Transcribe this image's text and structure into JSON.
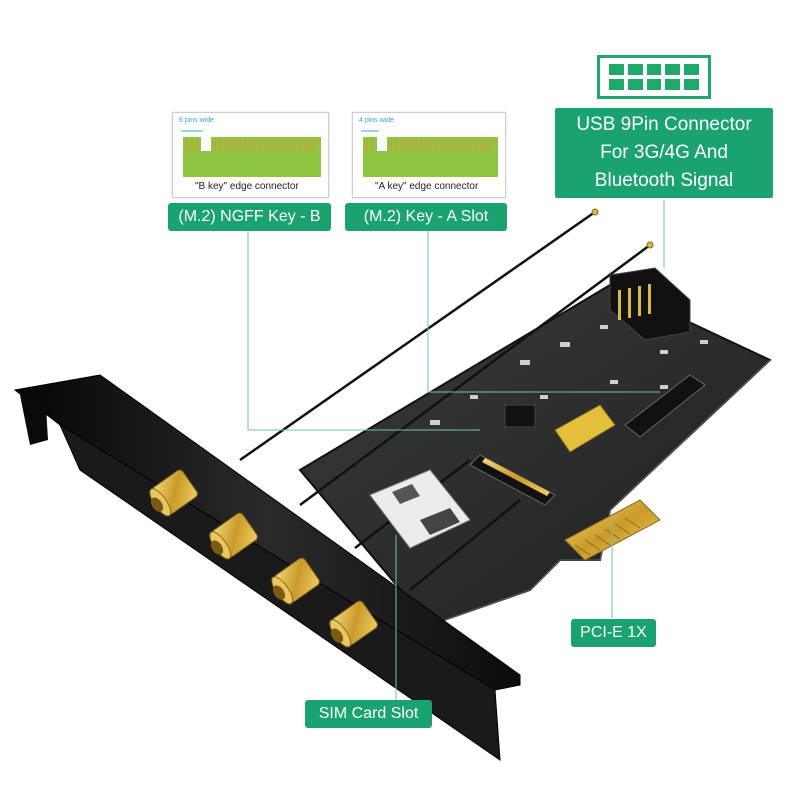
{
  "labels": {
    "usb": [
      "USB 9Pin Connector",
      "For 3G/4G And",
      "Bluetooth Signal"
    ],
    "ngff_b": "(M.2) NGFF Key - B",
    "key_a": "(M.2) Key - A Slot",
    "sim": "SIM Card Slot",
    "pcie": "PCI-E 1X"
  },
  "key_cards": {
    "b_key": {
      "pins_note": "6 pins wide",
      "caption": "\"B key\"  edge connector"
    },
    "a_key": {
      "pins_note": "4 pins wide",
      "caption": "\"A key\"  edge connector"
    }
  },
  "icons": [
    "usb-9pin-header-icon",
    "b-key-edge-connector-icon",
    "a-key-edge-connector-icon"
  ],
  "colors": {
    "label_green": "#1aa36e",
    "leader_line": "#6fc4a6",
    "pcb": "#2a2b2b",
    "gold": "#d9b84a",
    "bracket": "#141414"
  }
}
